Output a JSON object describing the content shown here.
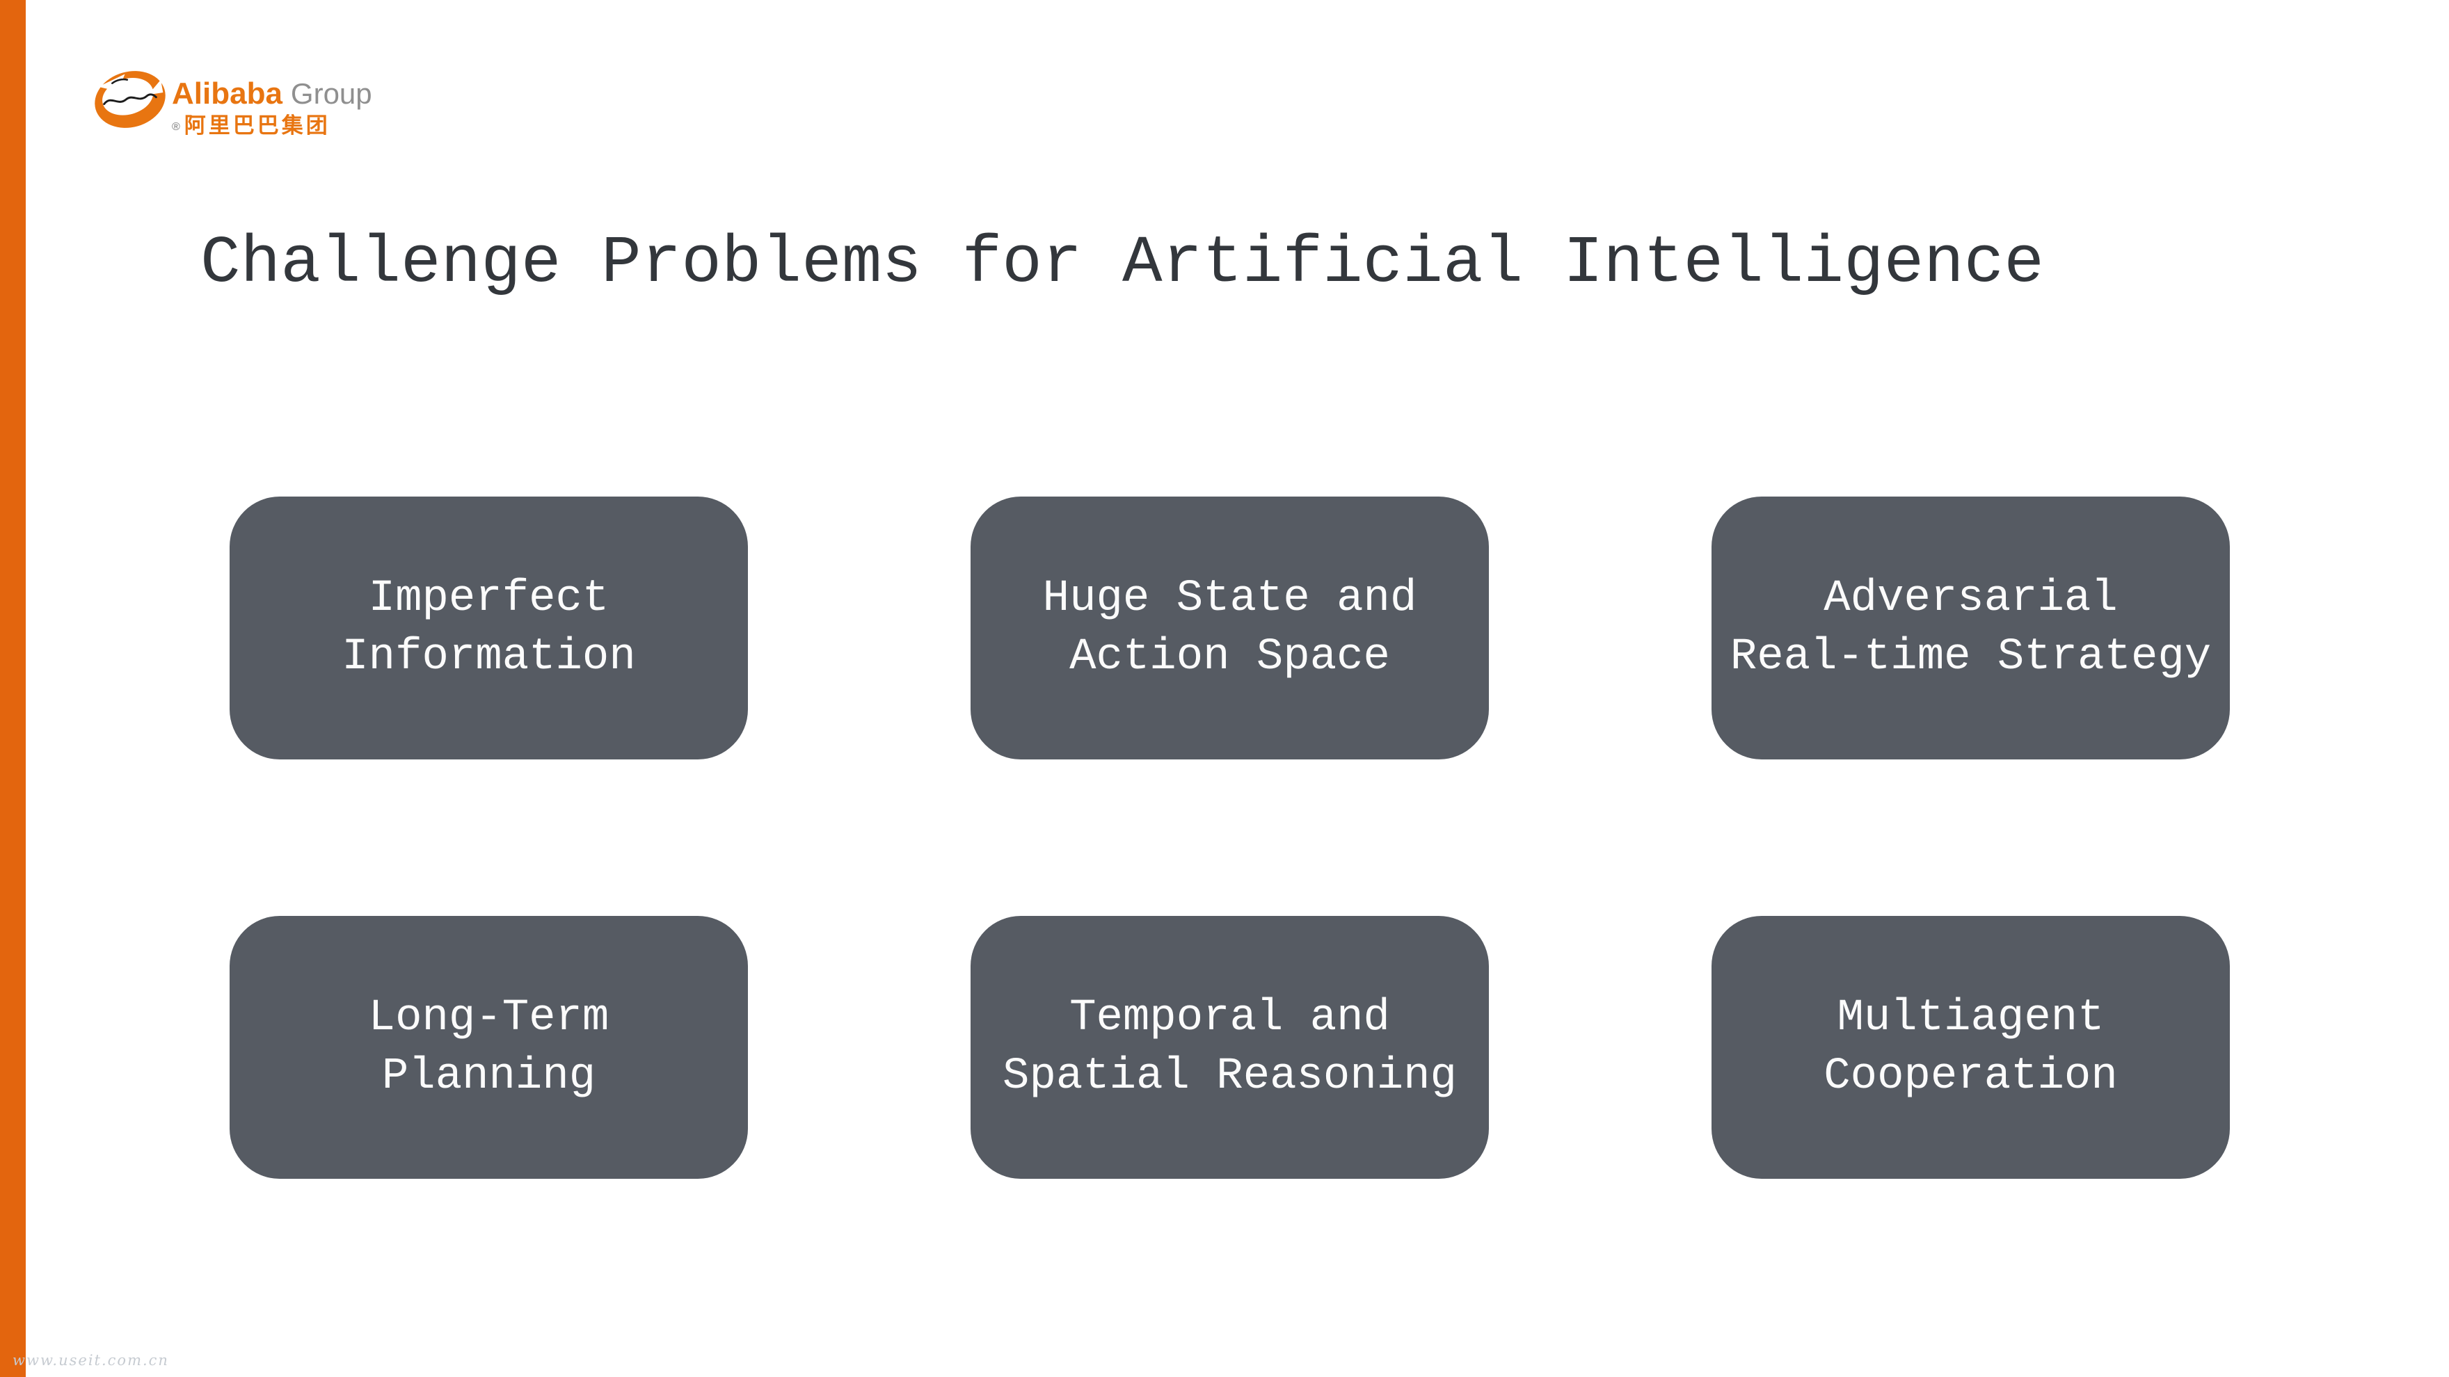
{
  "logo": {
    "name": "Alibaba",
    "suffix": "Group",
    "registered": "®",
    "chinese": "阿里巴巴集团"
  },
  "slide": {
    "title": "Challenge Problems for Artificial Intelligence",
    "watermark": "www.useit.com.cn"
  },
  "cards": [
    {
      "line1": "Imperfect",
      "line2": "Information"
    },
    {
      "line1": "Huge State and",
      "line2": "Action Space"
    },
    {
      "line1": "Adversarial",
      "line2": "Real-time Strategy"
    },
    {
      "line1": "Long-Term",
      "line2": "Planning"
    },
    {
      "line1": "Temporal and",
      "line2": "Spatial Reasoning"
    },
    {
      "line1": "Multiagent",
      "line2": "Cooperation"
    }
  ],
  "colors": {
    "accent_orange": "#e3650e",
    "logo_orange": "#e87511",
    "logo_gray": "#8f8f8f",
    "card_gray": "#565b63",
    "card_text": "#fbfbfb",
    "title_gray": "#33373c",
    "watermark_gray": "#c6cbd1",
    "background": "#ffffff"
  }
}
